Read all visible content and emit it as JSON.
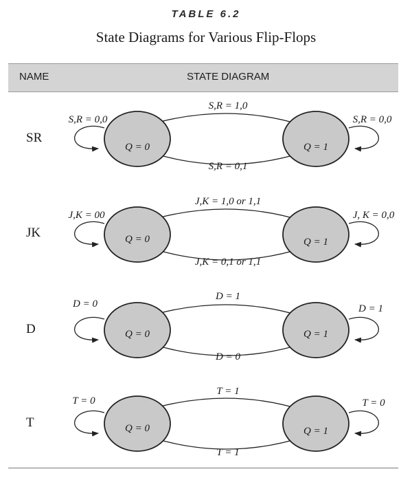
{
  "header": {
    "table_label": "TABLE 6.2",
    "title": "State Diagrams for Various Flip-Flops"
  },
  "columns": {
    "name": "NAME",
    "diagram": "STATE DIAGRAM"
  },
  "colors": {
    "state_fill": "#c9c9c9",
    "state_stroke": "#222222",
    "arrow": "#222222",
    "header_band": "#d4d4d4"
  },
  "rows": [
    {
      "name": "SR",
      "state0": "Q = 0",
      "state1": "Q = 1",
      "self0": "S,R = 0,0",
      "self1": "S,R = 0,0",
      "to1": "S,R = 1,0",
      "to0": "S,R = 0,1"
    },
    {
      "name": "JK",
      "state0": "Q = 0",
      "state1": "Q = 1",
      "self0": "J,K = 00",
      "self1": "J, K = 0,0",
      "to1": "J,K = 1,0 or 1,1",
      "to0": "J,K = 0,1 or 1,1"
    },
    {
      "name": "D",
      "state0": "Q = 0",
      "state1": "Q = 1",
      "self0": "D = 0",
      "self1": "D = 1",
      "to1": "D = 1",
      "to0": "D = 0"
    },
    {
      "name": "T",
      "state0": "Q = 0",
      "state1": "Q = 1",
      "self0": "T = 0",
      "self1": "T = 0",
      "to1": "T = 1",
      "to0": "T = 1"
    }
  ]
}
